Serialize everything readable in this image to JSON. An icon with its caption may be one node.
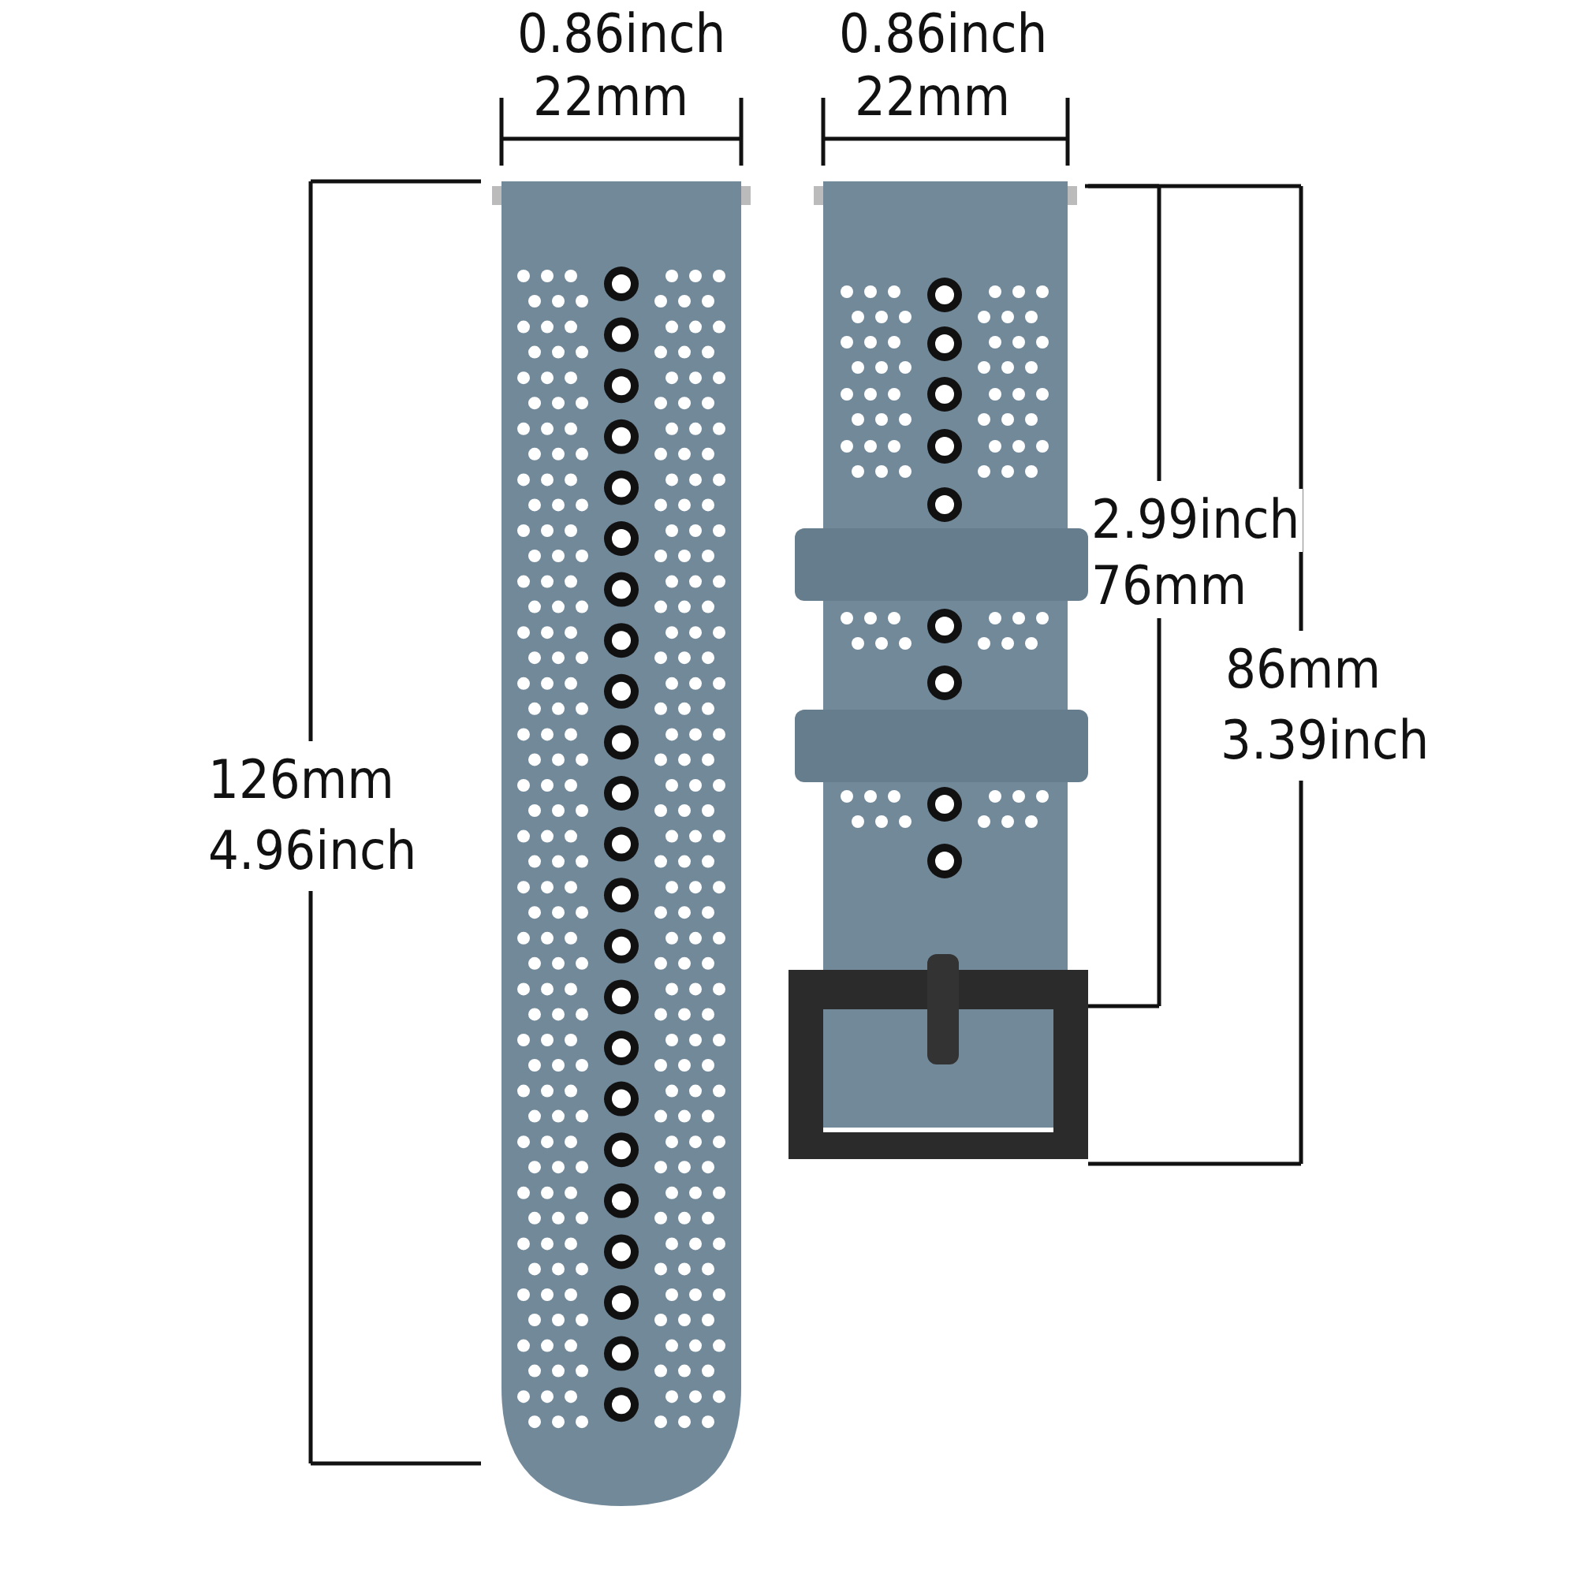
{
  "diagram": {
    "labels": [
      "0.86inch",
      "22mm",
      "0.86inch",
      "22mm",
      "126mm",
      "4.96inch",
      "2.99inch",
      "76mm",
      "86mm",
      "3.39inch"
    ]
  }
}
